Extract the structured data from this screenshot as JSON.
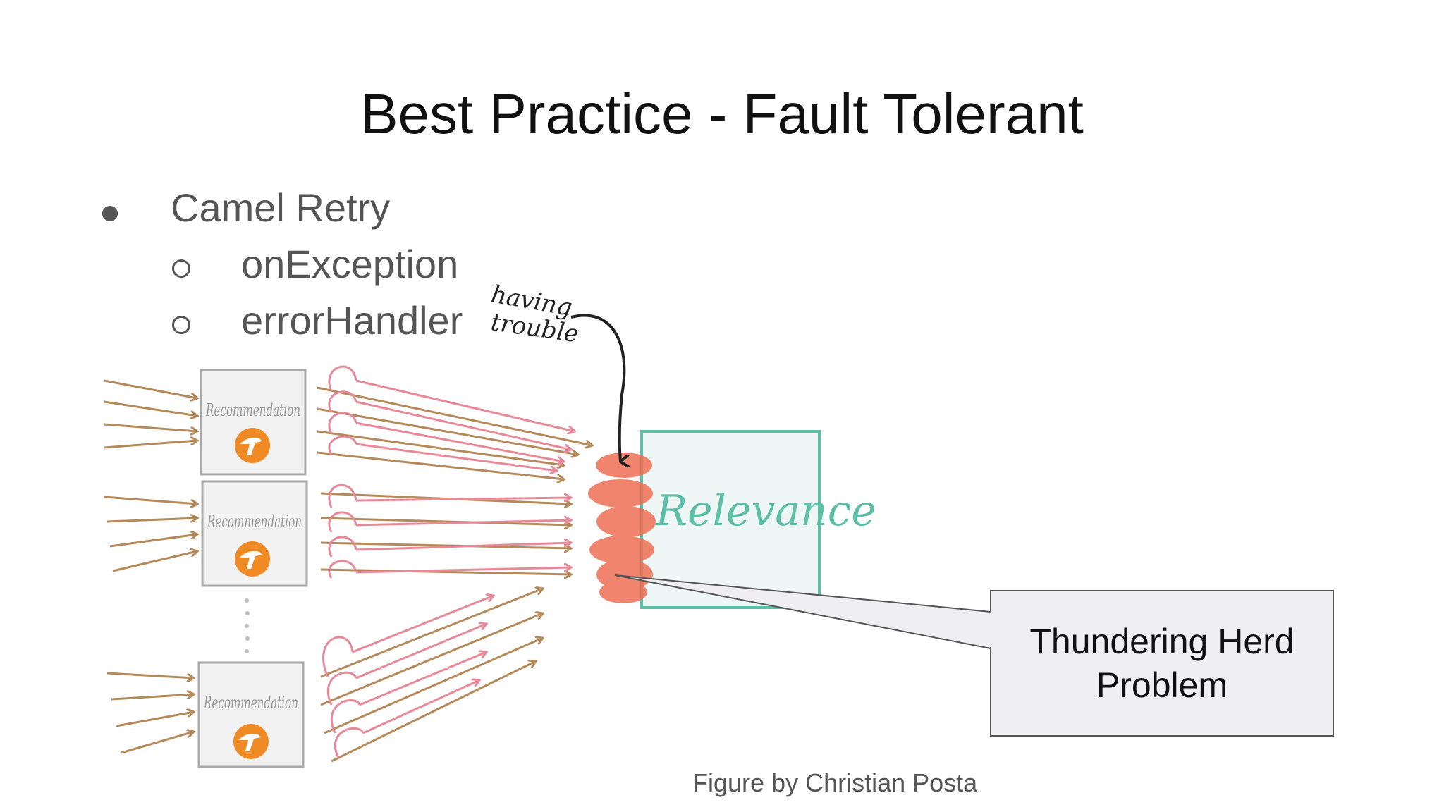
{
  "slide": {
    "title": "Best Practice - Fault Tolerant",
    "bullets": {
      "main": "Camel Retry",
      "sub": [
        "onException",
        "errorHandler"
      ]
    },
    "caption": "Figure by Christian Posta"
  },
  "figure": {
    "annotation": [
      "having",
      "trouble"
    ],
    "nodes": {
      "recommendation_label": "Recommendation",
      "relevance_label": "Relevance"
    },
    "callout": {
      "line1": "Thundering Herd",
      "line2": "Problem"
    },
    "icons": [
      "camel-logo-icon",
      "camel-logo-icon",
      "camel-logo-icon"
    ],
    "colors": {
      "incoming_arrow": "#b58a5a",
      "retry_arrow": "#e8899a",
      "relevance_box": "#5dbfa5",
      "relevance_fill": "#eef6f6",
      "overload_blob": "#ef6f55",
      "camel_logo": "#f08a24",
      "callout_fill": "#efeff1"
    }
  }
}
